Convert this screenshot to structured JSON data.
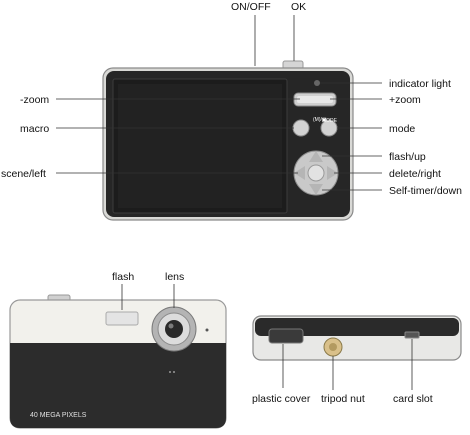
{
  "labels": {
    "on_off": "ON/OFF",
    "ok": "OK",
    "indicator_light": "indicator light",
    "minus_zoom": "-zoom",
    "plus_zoom": "+zoom",
    "macro": "macro",
    "mode": "mode",
    "flash_up": "flash/up",
    "scene_left": "scene/left",
    "delete_right": "delete/right",
    "self_timer_down": "Self-timer/down",
    "flash": "flash",
    "lens": "lens",
    "plastic_cover": "plastic cover",
    "tripod_nut": "tripod nut",
    "card_slot": "card slot"
  },
  "device": {
    "megapixel_text": "40 MEGA PIXELS",
    "mode_button_text": "MODE",
    "macro_button_text": "(M)/▣"
  },
  "colors": {
    "body_silver": "#e6e6e3",
    "front_dark": "#2b2b2b",
    "screen": "#1f1f1f",
    "front_white": "#f2f1ec",
    "lens_ring": "#9d9d9d"
  }
}
